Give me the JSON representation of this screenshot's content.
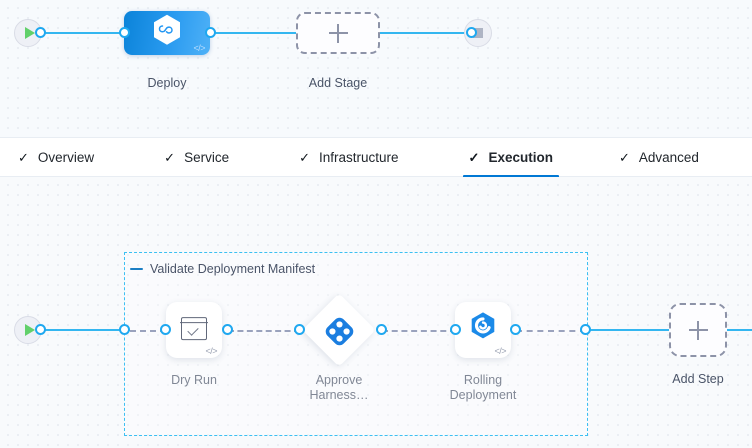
{
  "stage_canvas": {
    "start_node": {
      "name": "pipeline-start",
      "icon": "play-icon"
    },
    "end_node": {
      "name": "pipeline-end",
      "icon": "stop-icon"
    },
    "stages": [
      {
        "label": "Deploy",
        "icon": "harness-hexagon-icon",
        "badge": "</>",
        "type": "deployment"
      }
    ],
    "add_stage": {
      "label": "Add Stage",
      "icon": "plus-icon"
    }
  },
  "tabs": [
    {
      "label": "Overview",
      "check": "✓",
      "active": false
    },
    {
      "label": "Service",
      "check": "✓",
      "active": false
    },
    {
      "label": "Infrastructure",
      "check": "✓",
      "active": false
    },
    {
      "label": "Execution",
      "check": "✓",
      "active": true
    },
    {
      "label": "Advanced",
      "check": "✓",
      "active": false
    }
  ],
  "execution_canvas": {
    "start_node": {
      "icon": "play-icon"
    },
    "step_group": {
      "title": "Validate Deployment Manifest",
      "collapse_icon": "collapse-dash-icon",
      "steps": [
        {
          "label": "Dry Run",
          "icon": "shell-script-check-icon",
          "badge": "</>",
          "shape": "square"
        },
        {
          "label": "Approve\nHarness…",
          "icon": "approval-diamond-icon",
          "shape": "diamond"
        },
        {
          "label": "Rolling\nDeployment",
          "icon": "rolling-deployment-icon",
          "badge": "</>",
          "shape": "square"
        }
      ]
    },
    "add_step": {
      "label": "Add Step",
      "icon": "plus-icon"
    }
  },
  "colors": {
    "accent_blue": "#0078d4",
    "link_blue": "#33b6f0",
    "port_blue": "#1fa8f0",
    "group_border": "#3cc0f2",
    "stage_gradient_from": "#0b83d9",
    "stage_gradient_to": "#4fb1f7",
    "start_green": "#61d06a",
    "stop_gray": "#aeb4c4",
    "canvas_bg": "#f7fafd",
    "label_text": "#4a5468"
  }
}
